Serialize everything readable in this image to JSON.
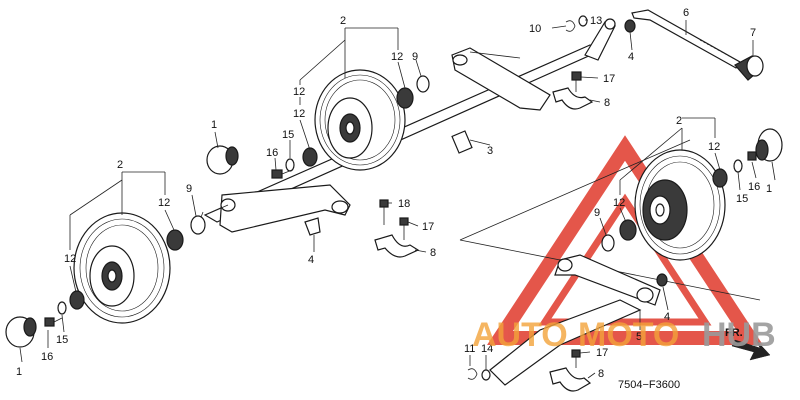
{
  "diagram_code": "7504−F3600",
  "watermark": {
    "auto": "AUTO",
    "moto": "MOTO",
    "hub": "HUB",
    "color_red": "#e0392b",
    "color_orange": "#f2a23a",
    "color_grey": "#9a9a9a"
  },
  "front_arrow_label": "FR.",
  "labels": {
    "l1a": "1",
    "l1b": "1",
    "l1c": "1",
    "l2a": "2",
    "l2b": "2",
    "l2c": "2",
    "l3": "3",
    "l4a": "4",
    "l4b": "4",
    "l4c": "4",
    "l5": "5",
    "l6": "6",
    "l7": "7",
    "l8a": "8",
    "l8b": "8",
    "l8c": "8",
    "l9a": "9",
    "l9b": "9",
    "l9c": "9",
    "l10": "10",
    "l11": "11",
    "l12a": "12",
    "l12b": "12",
    "l12c": "12",
    "l12d": "12",
    "l12e": "12",
    "l12f": "12",
    "l12g": "12",
    "l13": "13",
    "l14": "14",
    "l15a": "15",
    "l15b": "15",
    "l15c": "15",
    "l16a": "16",
    "l16b": "16",
    "l16c": "16",
    "l17a": "17",
    "l17b": "17",
    "l17c": "17",
    "l18": "18"
  }
}
